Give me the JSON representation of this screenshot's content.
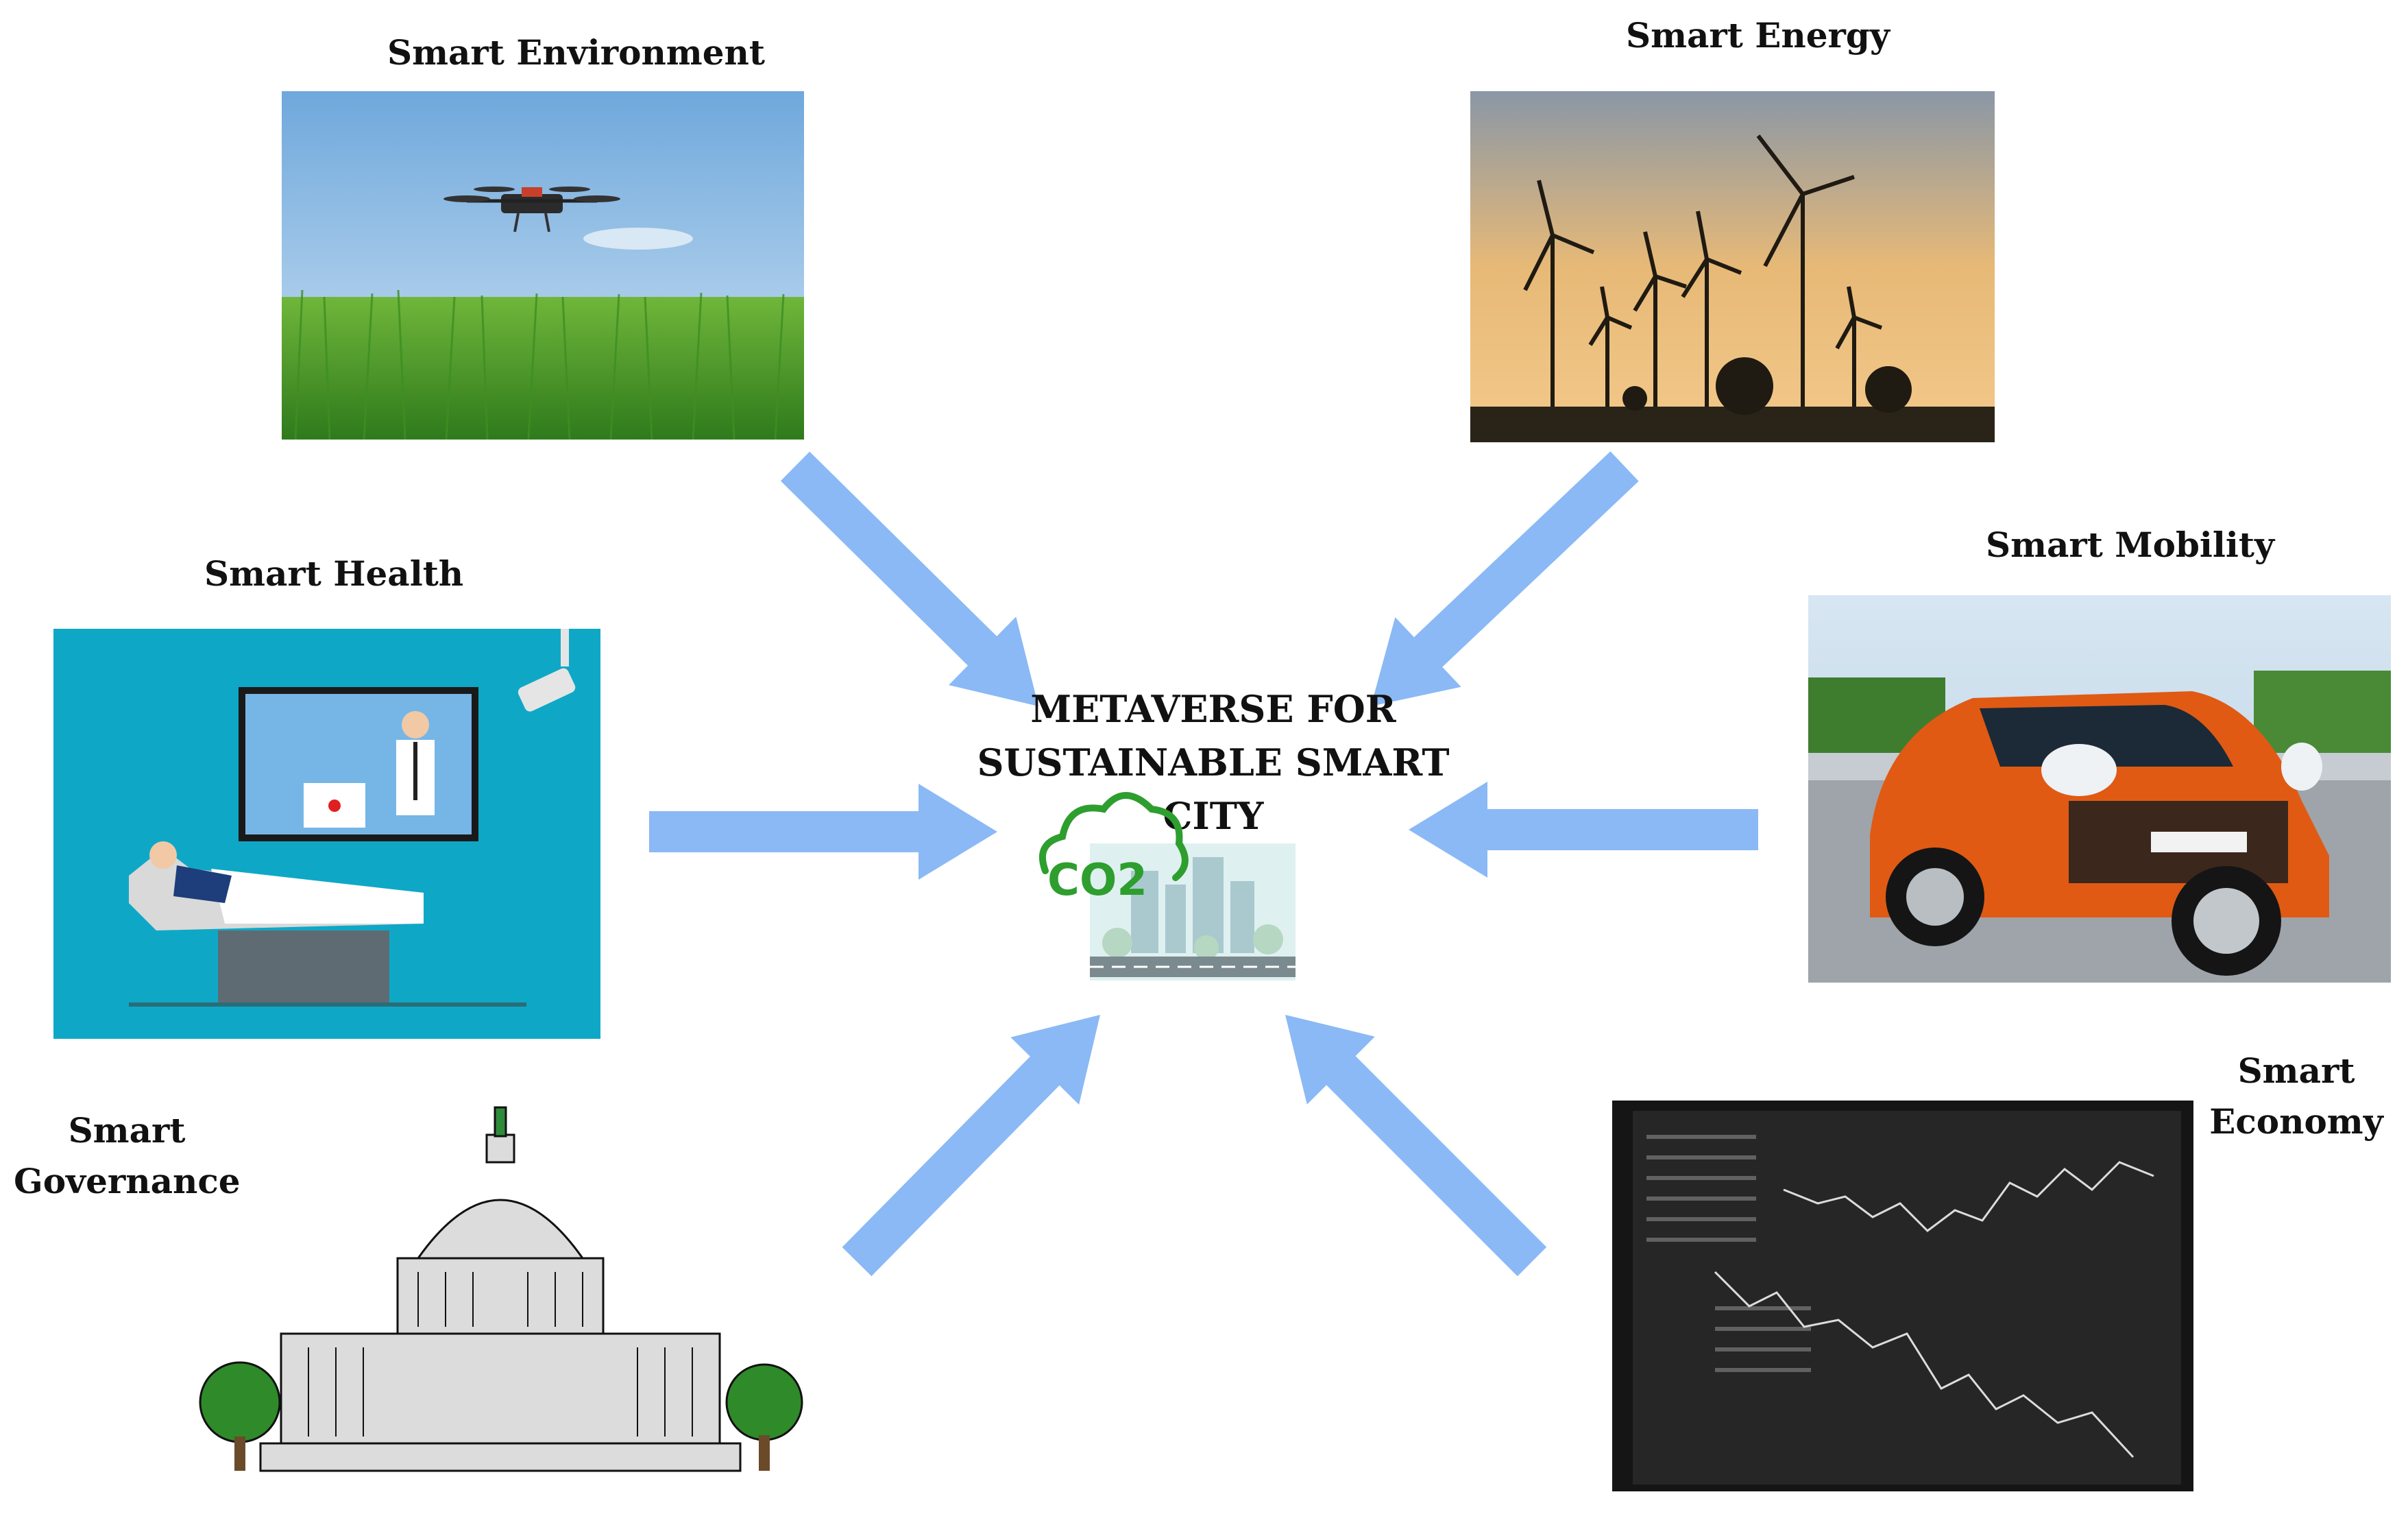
{
  "center": {
    "title_lines": [
      "METAVERSE FOR",
      "SUSTAINABLE SMART",
      "CITY"
    ],
    "icon": "co2-cloud-city-icon",
    "icon_text": "CO2"
  },
  "nodes": [
    {
      "id": "environment",
      "label": "Smart Environment",
      "image": "drone-over-rice-field"
    },
    {
      "id": "energy",
      "label": "Smart Energy",
      "image": "wind-turbines-at-sunset"
    },
    {
      "id": "health",
      "label": "Smart Health",
      "image": "telemedicine-illustration"
    },
    {
      "id": "mobility",
      "label": "Smart Mobility",
      "image": "orange-city-car"
    },
    {
      "id": "governance",
      "label_lines": [
        "Smart",
        "Governance"
      ],
      "image": "capitol-building-drawing"
    },
    {
      "id": "economy",
      "label_lines": [
        "Smart",
        "Economy"
      ],
      "image": "stock-chart-monitor"
    }
  ],
  "colors": {
    "arrow": "#8ab9f5",
    "panel_health_bg": "#0ea8c6",
    "co2_green": "#2e9e2e"
  }
}
